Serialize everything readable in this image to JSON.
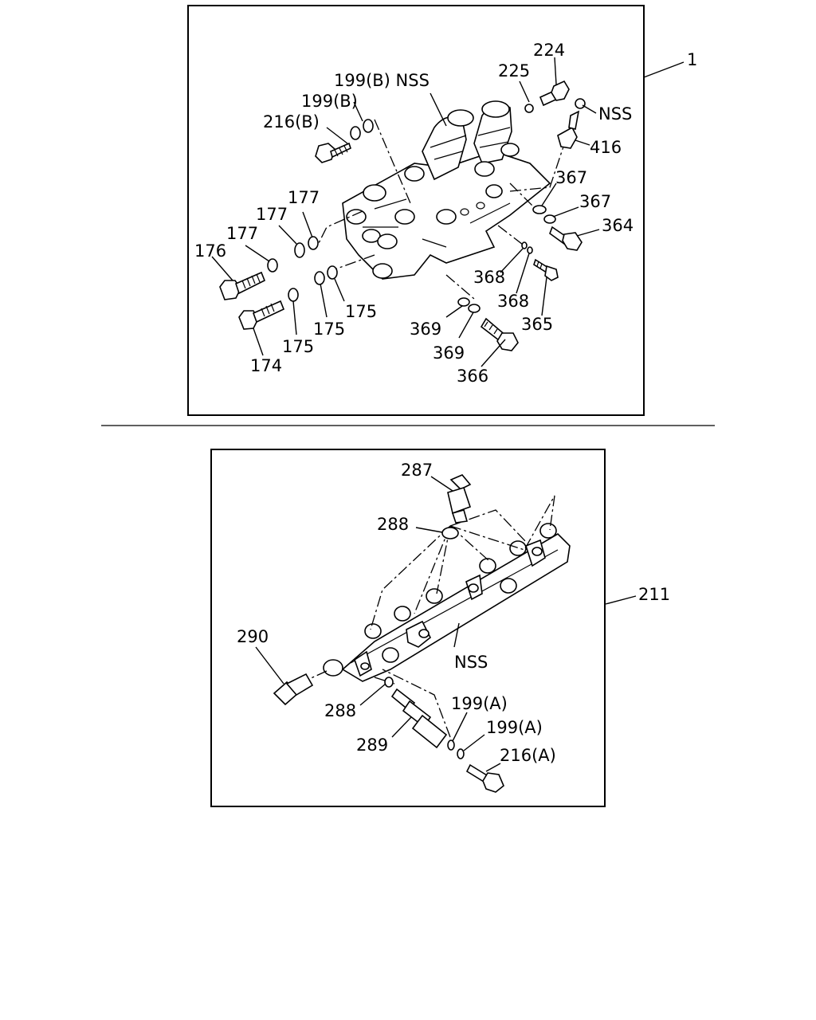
{
  "top_panel": {
    "assembly_callout": "1",
    "labels": {
      "l224": "224",
      "l225": "225",
      "l199b_nss": "199(B) NSS",
      "l199b": "199(B)",
      "l216b": "216(B)",
      "l_nss_top": "NSS",
      "l416": "416",
      "l367a": "367",
      "l367b": "367",
      "l364": "364",
      "l177a": "177",
      "l177b": "177",
      "l177c": "177",
      "l176": "176",
      "l368a": "368",
      "l368b": "368",
      "l365": "365",
      "l369a": "369",
      "l369b": "369",
      "l366": "366",
      "l175a": "175",
      "l175b": "175",
      "l175c": "175",
      "l174": "174"
    }
  },
  "bottom_panel": {
    "assembly_callout": "211",
    "labels": {
      "l287": "287",
      "l288a": "288",
      "l290": "290",
      "l_nss": "NSS",
      "l288b": "288",
      "l289": "289",
      "l199a1": "199(A)",
      "l199a2": "199(A)",
      "l216a": "216(A)"
    }
  }
}
